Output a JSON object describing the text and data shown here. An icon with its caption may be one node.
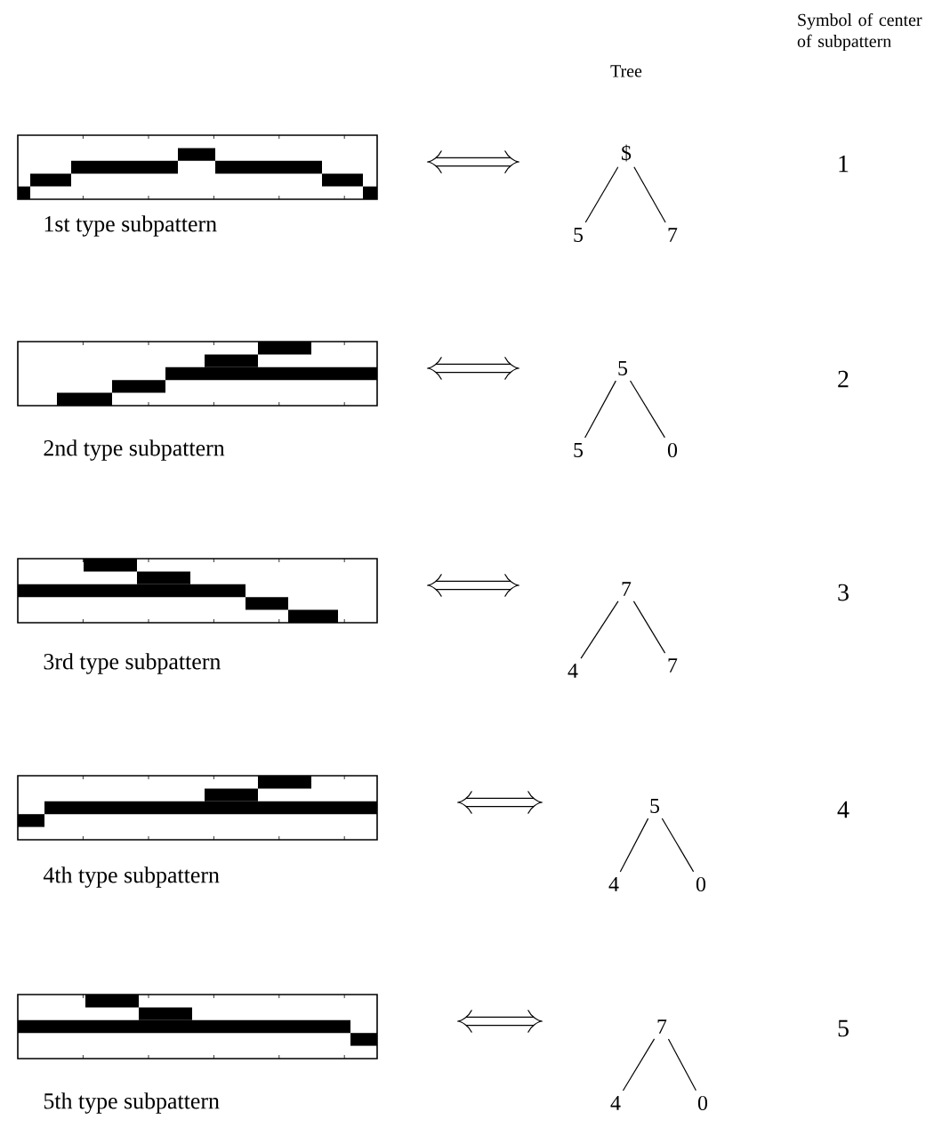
{
  "diagram": {
    "nodes": [
      {
        "text": [],
        "shape": "box",
        "beside": [
          "1st type subpattern"
        ]
      },
      {
        "text": [
          "$"
        ]
      },
      {
        "text": [
          "5"
        ]
      },
      {
        "text": [
          "7"
        ]
      },
      {
        "text": [],
        "shape": "box",
        "beside": [
          "2nd type subpattern"
        ]
      },
      {
        "text": [
          "5"
        ]
      },
      {
        "text": [
          "5"
        ]
      },
      {
        "text": [
          "0"
        ]
      },
      {
        "text": [],
        "shape": "box",
        "beside": [
          "3rd type subpattern"
        ]
      },
      {
        "text": [
          "7"
        ]
      },
      {
        "text": [
          "4"
        ]
      },
      {
        "text": [
          "7"
        ]
      },
      {
        "text": [],
        "shape": "box",
        "beside": [
          "4th type subpattern"
        ]
      },
      {
        "text": [
          "5"
        ]
      },
      {
        "text": [
          "4"
        ]
      },
      {
        "text": [
          "0"
        ]
      },
      {
        "text": [],
        "shape": "box",
        "beside": [
          "5th type subpattern"
        ]
      },
      {
        "text": [
          "7"
        ]
      },
      {
        "text": [
          "4"
        ]
      },
      {
        "text": [
          "0"
        ]
      }
    ],
    "edges": [
      {
        "from": 1,
        "to": 2,
        "arrow": "none"
      },
      {
        "from": 1,
        "to": 3,
        "arrow": "none"
      },
      {
        "from": 5,
        "to": 6,
        "arrow": "none"
      },
      {
        "from": 5,
        "to": 7,
        "arrow": "none"
      },
      {
        "from": 9,
        "to": 10,
        "arrow": "none"
      },
      {
        "from": 9,
        "to": 11,
        "arrow": "none"
      },
      {
        "from": 13,
        "to": 14,
        "arrow": "none"
      },
      {
        "from": 13,
        "to": 15,
        "arrow": "none"
      },
      {
        "from": 17,
        "to": 18,
        "arrow": "none"
      },
      {
        "from": 17,
        "to": 19,
        "arrow": "none"
      }
    ],
    "labels": [
      "Tree",
      "Symbol of center of subpattern",
      "1",
      "2",
      "3",
      "4",
      "5"
    ]
  }
}
